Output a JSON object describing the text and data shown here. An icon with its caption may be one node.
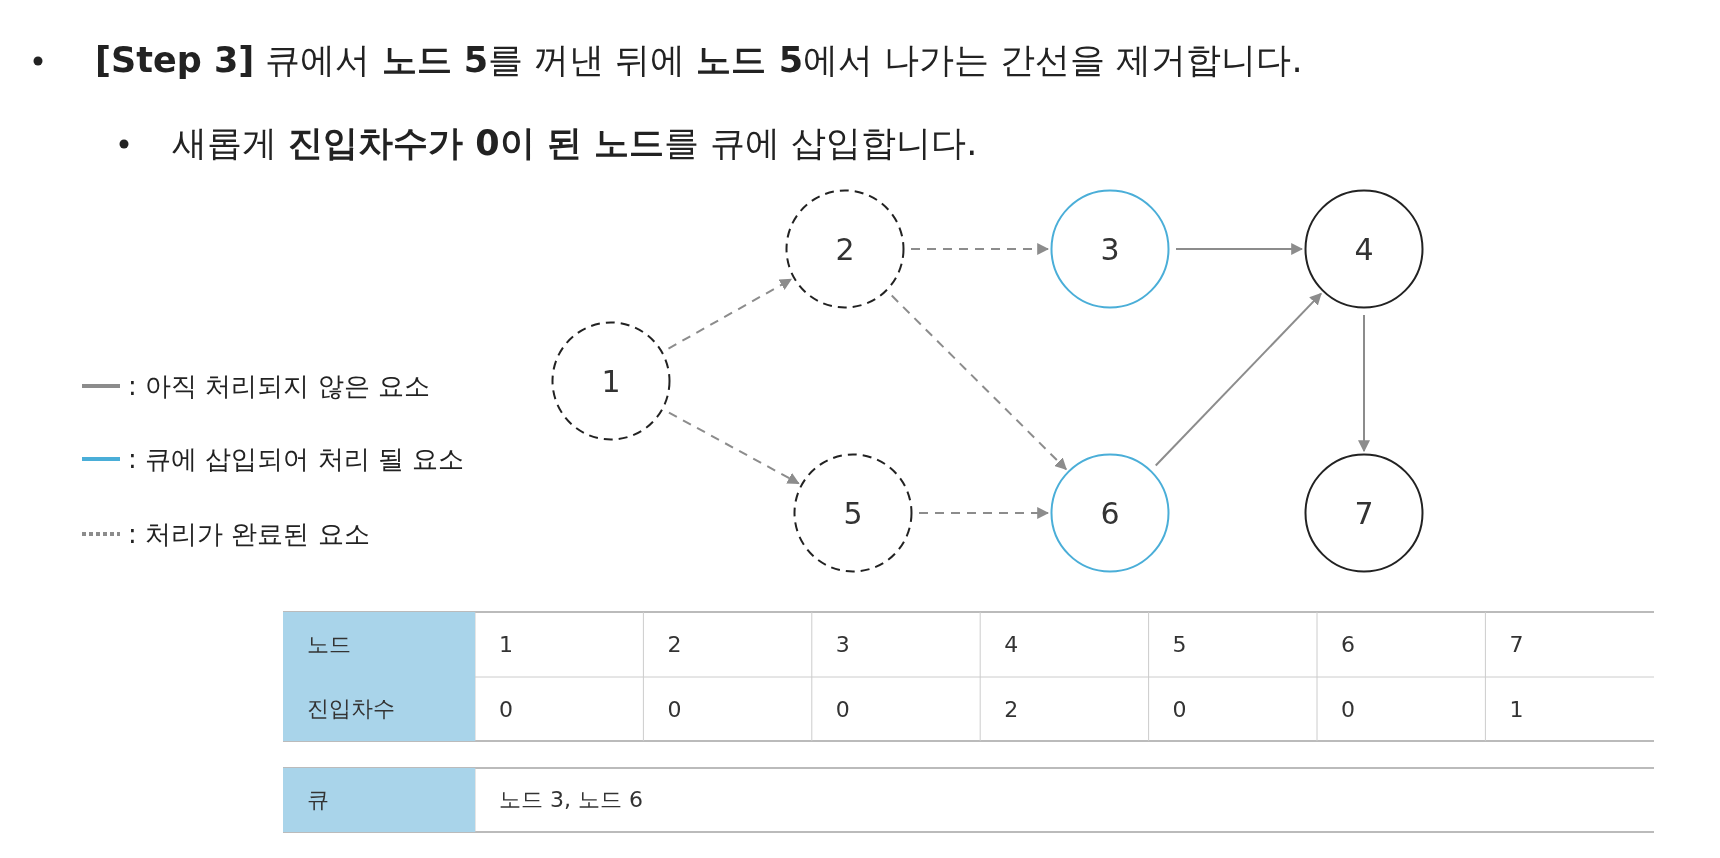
{
  "diagram": {
    "nodes": [
      {
        "text": [
          "1"
        ]
      },
      {
        "text": [
          "2"
        ]
      },
      {
        "text": [
          "3"
        ]
      },
      {
        "text": [
          "4"
        ]
      },
      {
        "text": [
          "5"
        ]
      },
      {
        "text": [
          "6"
        ]
      },
      {
        "text": [
          "7"
        ]
      }
    ],
    "edges": [
      {
        "from": 0,
        "to": 1,
        "arrow": "to",
        "style": "dashed"
      },
      {
        "from": 0,
        "to": 4,
        "arrow": "to",
        "style": "dashed"
      },
      {
        "from": 1,
        "to": 2,
        "arrow": "to",
        "style": "dashed"
      },
      {
        "from": 1,
        "to": 5,
        "arrow": "to",
        "style": "dashed"
      },
      {
        "from": 4,
        "to": 5,
        "arrow": "to",
        "style": "dashed"
      },
      {
        "from": 2,
        "to": 3,
        "arrow": "to"
      },
      {
        "from": 5,
        "to": 3,
        "arrow": "to"
      },
      {
        "from": 3,
        "to": 6,
        "arrow": "to"
      }
    ],
    "labels": [
      "**[Step 3]** 큐에서 **노드 5**를 꺼낸 뒤에 **노드 5**에서 나가는 간선을 제거합니다.",
      "새롭게 **진입차수가 0이 된 노드**를 큐에 삽입합니다.",
      "노드",
      "1",
      "2",
      "3",
      "4",
      "5",
      "6",
      "7",
      "진입차수",
      "0",
      "0",
      "0",
      "2",
      "0",
      "0",
      "1",
      "큐",
      "노드 3, 노드 6"
    ],
    "legend": [
      {
        "text": ": 아직 처리되지 않은 요소"
      },
      {
        "text": ": 큐에 삽입되어 처리 될 요소"
      },
      {
        "text": ": 처리가 완료된 요소"
      }
    ]
  }
}
